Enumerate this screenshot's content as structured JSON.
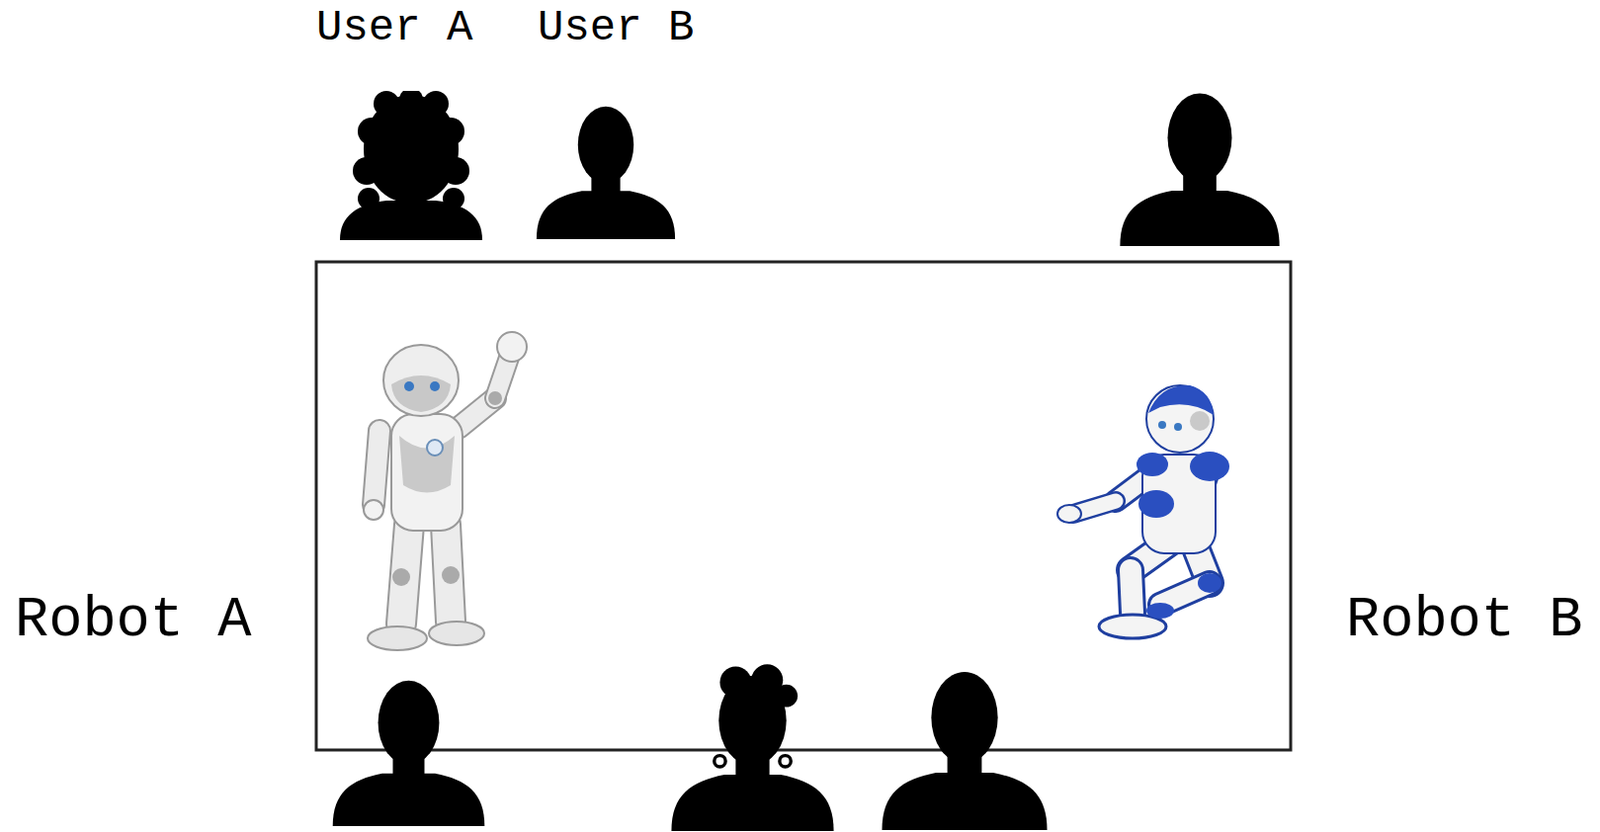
{
  "diagram": {
    "labels": [
      "User A",
      "User B",
      "Robot A",
      "Robot B"
    ]
  }
}
